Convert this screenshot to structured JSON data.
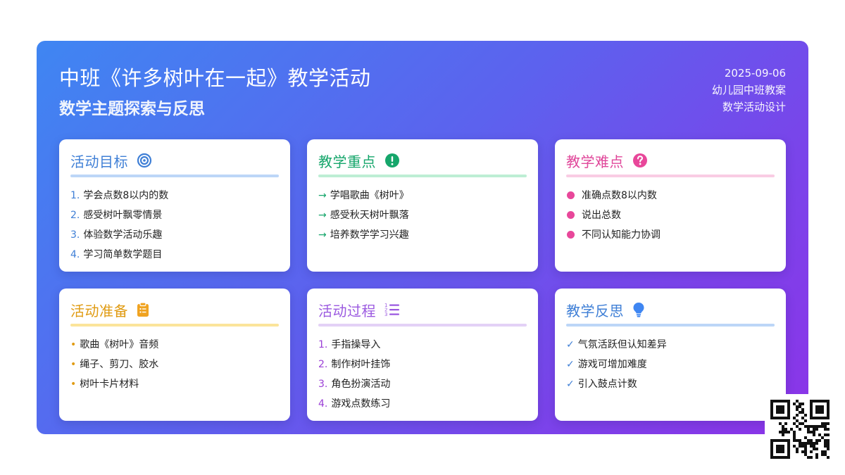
{
  "header": {
    "title": "中班《许多树叶在一起》教学活动",
    "subtitle": "数学主题探索与反思",
    "date": "2025-09-06",
    "meta_line1": "幼儿园中班教案",
    "meta_line2": "数学活动设计"
  },
  "colors": {
    "gradient_start": "#3f86f2",
    "gradient_end": "#8c34e8",
    "goals_accent": "#3f7fd6",
    "key_points_accent": "#16a66b",
    "difficulties_accent": "#e0479a",
    "preparation_accent": "#e09b12",
    "process_accent": "#9b59e0",
    "reflection_accent": "#3f7fd6"
  },
  "cards": {
    "goals": {
      "title": "活动目标",
      "icon": "target-icon",
      "items": [
        {
          "marker": "1.",
          "text": "学会点数8以内的数"
        },
        {
          "marker": "2.",
          "text": "感受树叶飘零情景"
        },
        {
          "marker": "3.",
          "text": "体验数学活动乐趣"
        },
        {
          "marker": "4.",
          "text": "学习简单数学题目"
        }
      ]
    },
    "key_points": {
      "title": "教学重点",
      "icon": "exclamation-circle-icon",
      "items": [
        {
          "marker": "→",
          "text": "学唱歌曲《树叶》"
        },
        {
          "marker": "→",
          "text": "感受秋天树叶飘落"
        },
        {
          "marker": "→",
          "text": "培养数学学习兴趣"
        }
      ]
    },
    "difficulties": {
      "title": "教学难点",
      "icon": "question-circle-icon",
      "items": [
        {
          "text": "准确点数8以内数"
        },
        {
          "text": "说出总数"
        },
        {
          "text": "不同认知能力协调"
        }
      ]
    },
    "preparation": {
      "title": "活动准备",
      "icon": "clipboard-icon",
      "items": [
        {
          "marker": "•",
          "text": "歌曲《树叶》音频"
        },
        {
          "marker": "•",
          "text": "绳子、剪刀、胶水"
        },
        {
          "marker": "•",
          "text": "树叶卡片材料"
        }
      ]
    },
    "process": {
      "title": "活动过程",
      "icon": "ordered-list-icon",
      "items": [
        {
          "marker": "1.",
          "text": "手指操导入"
        },
        {
          "marker": "2.",
          "text": "制作树叶挂饰"
        },
        {
          "marker": "3.",
          "text": "角色扮演活动"
        },
        {
          "marker": "4.",
          "text": "游戏点数练习"
        }
      ]
    },
    "reflection": {
      "title": "教学反思",
      "icon": "lightbulb-icon",
      "items": [
        {
          "marker": "✓",
          "text": "气氛活跃但认知差异"
        },
        {
          "marker": "✓",
          "text": "游戏可增加难度"
        },
        {
          "marker": "✓",
          "text": "引入鼓点计数"
        }
      ]
    }
  }
}
